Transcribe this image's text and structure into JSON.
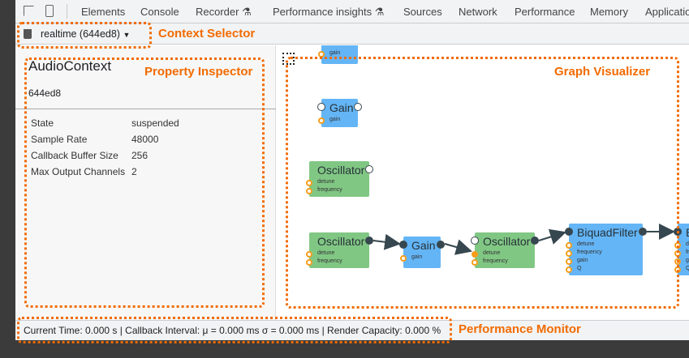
{
  "tabs": [
    "Elements",
    "Console",
    "Recorder",
    "Performance insights",
    "Sources",
    "Network",
    "Performance",
    "Memory",
    "Application"
  ],
  "context_selector": {
    "value": "realtime (644ed8)"
  },
  "inspector": {
    "title": "AudioContext",
    "id": "644ed8",
    "properties": [
      {
        "label": "State",
        "value": "suspended"
      },
      {
        "label": "Sample Rate",
        "value": "48000"
      },
      {
        "label": "Callback Buffer Size",
        "value": "256"
      },
      {
        "label": "Max Output Channels",
        "value": "2"
      }
    ]
  },
  "graph": {
    "nodes": [
      {
        "type": "gain",
        "title": "Gain",
        "params": [
          "gain"
        ]
      },
      {
        "type": "gain",
        "title": "Gain",
        "params": [
          "gain"
        ]
      },
      {
        "type": "osc",
        "title": "Oscillator",
        "params": [
          "detune",
          "frequency"
        ]
      },
      {
        "type": "osc",
        "title": "Oscillator",
        "params": [
          "detune",
          "frequency"
        ]
      },
      {
        "type": "gain",
        "title": "Gain",
        "params": [
          "gain"
        ]
      },
      {
        "type": "osc",
        "title": "Oscillator",
        "params": [
          "detune",
          "frequency"
        ]
      },
      {
        "type": "gain",
        "title": "BiquadFilter",
        "params": [
          "detune",
          "frequency",
          "gain",
          "Q"
        ]
      },
      {
        "type": "gain",
        "title": "BiquadFilter",
        "params": [
          "detune",
          "frequency",
          "gain",
          "Q"
        ]
      }
    ],
    "colors": {
      "gain": "#64b5f6",
      "osc": "#81c784",
      "edge": "#37474f",
      "param": "#f59e1d"
    }
  },
  "status": "Current Time: 0.000 s | Callback Interval: μ = 0.000 ms σ = 0.000 ms | Render Capacity: 0.000 %",
  "annotations": {
    "context": "Context Selector",
    "inspector": "Property Inspector",
    "graph": "Graph Visualizer",
    "perf": "Performance Monitor"
  }
}
